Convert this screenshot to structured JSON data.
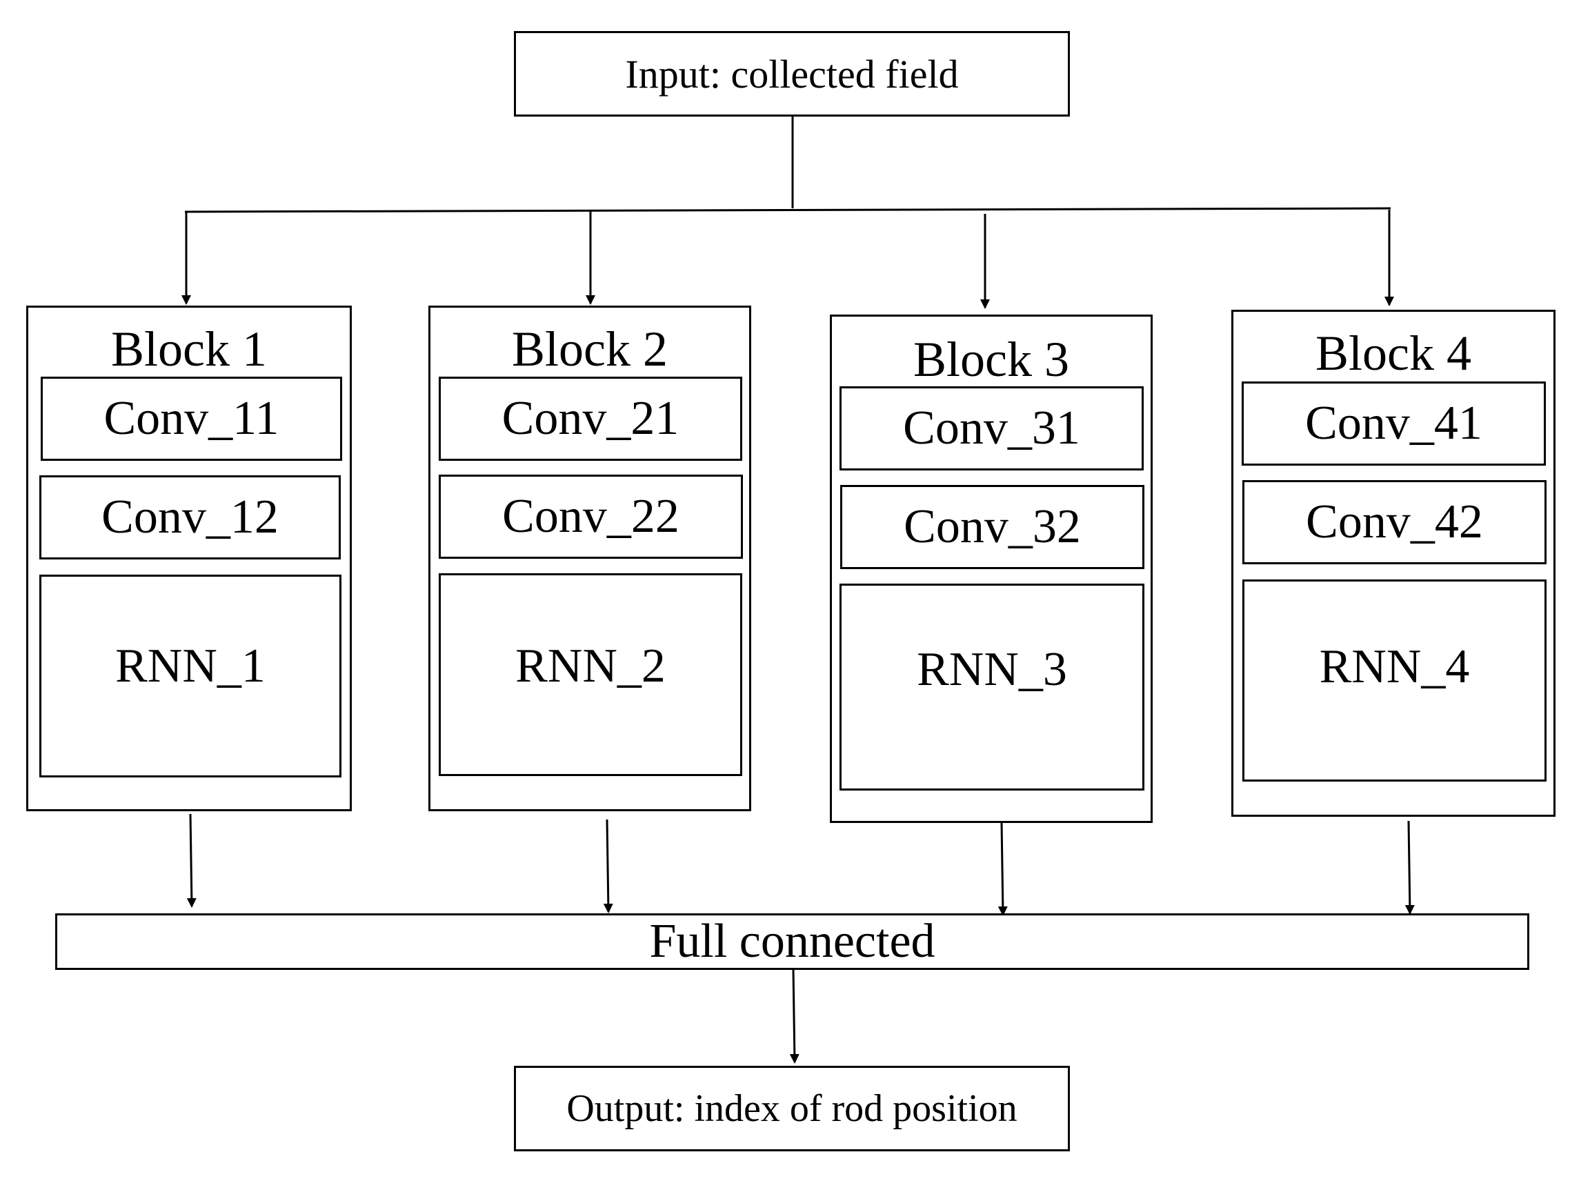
{
  "input_label": "Input: collected field",
  "output_label": "Output: index of rod position",
  "fc_label": "Full connected",
  "blocks": [
    {
      "title": "Block 1",
      "conv_a": "Conv_11",
      "conv_b": "Conv_12",
      "rnn": "RNN_1"
    },
    {
      "title": "Block 2",
      "conv_a": "Conv_21",
      "conv_b": "Conv_22",
      "rnn": "RNN_2"
    },
    {
      "title": "Block 3",
      "conv_a": "Conv_31",
      "conv_b": "Conv_32",
      "rnn": "RNN_3"
    },
    {
      "title": "Block 4",
      "conv_a": "Conv_41",
      "conv_b": "Conv_42",
      "rnn": "RNN_4"
    }
  ],
  "colors": {
    "stroke": "#000000",
    "background": "#ffffff"
  }
}
